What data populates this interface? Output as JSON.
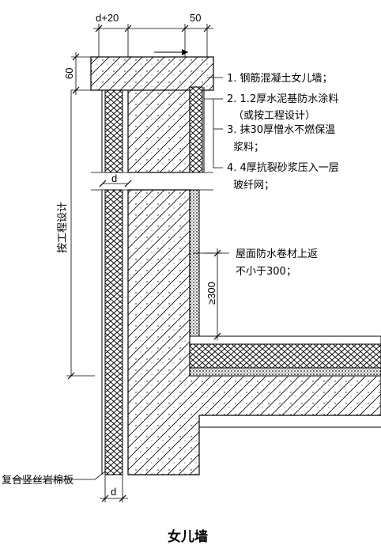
{
  "title": "女儿墙",
  "dimensions": {
    "top_width": "d+20",
    "top_right": "50",
    "cap_height": "60",
    "mid_d": "d",
    "bottom_d": "d",
    "height_label": "按工程设计",
    "min_height": "≥300"
  },
  "notes": [
    "1. 钢筋混凝土女儿墙；",
    "2. 1.2厚水泥基防水涂料",
    "（或按工程设计）",
    "3. 抹30厚憎水不燃保温",
    "浆料；",
    "4. 4厚抗裂砂浆压入一层",
    "玻纤网；"
  ],
  "roof_note": [
    "屋面防水卷材上返",
    "不小于300；"
  ],
  "board_label": "复合竖丝岩棉板"
}
